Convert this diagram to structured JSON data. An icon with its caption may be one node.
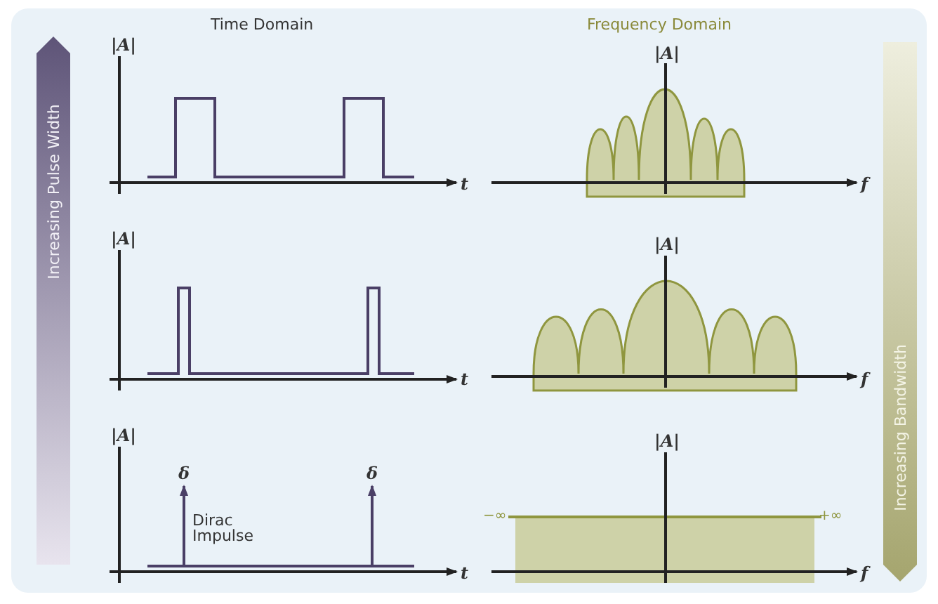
{
  "diagram": {
    "nodes": [
      {
        "text": [
          "Increasing Pulse Width"
        ]
      },
      {
        "text": [
          "Increasing Bandwidth"
        ]
      }
    ],
    "labels": [
      "Time Domain",
      "Frequency Domain",
      "|A|",
      "|A|",
      "t",
      "f",
      "|A|",
      "|A|",
      "t",
      "f",
      "|A|",
      "δ",
      "δ",
      "|A|",
      "−∞",
      "+∞",
      "Dirac Impulse",
      "t",
      "f"
    ]
  }
}
